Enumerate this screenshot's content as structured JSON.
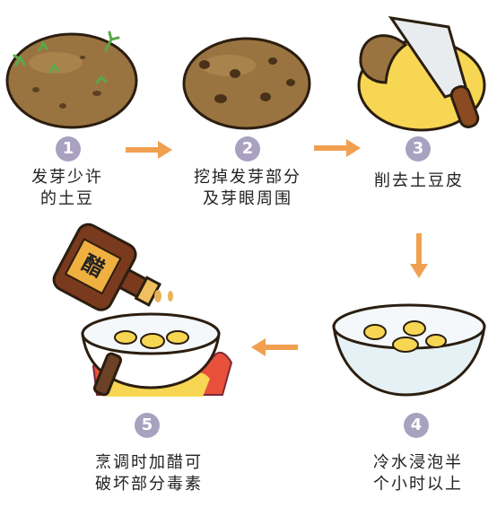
{
  "steps": [
    {
      "number": "1",
      "lines": [
        "发芽少许",
        "的土豆"
      ]
    },
    {
      "number": "2",
      "lines": [
        "挖掉发芽部分",
        "及芽眼周围"
      ]
    },
    {
      "number": "3",
      "lines": [
        "削去土豆皮"
      ]
    },
    {
      "number": "4",
      "lines": [
        "冷水浸泡半",
        "个小时以上"
      ]
    },
    {
      "number": "5",
      "lines": [
        "烹调时加醋可",
        "破坏部分毒素"
      ]
    }
  ],
  "bottle_label": "醋",
  "colors": {
    "arrow": "#f0a050",
    "badge": "#a8a1bf",
    "potato_skin": "#9a7440",
    "potato_flesh": "#f6d653",
    "water": "#e6f1f5",
    "flame": "#e8503a"
  }
}
